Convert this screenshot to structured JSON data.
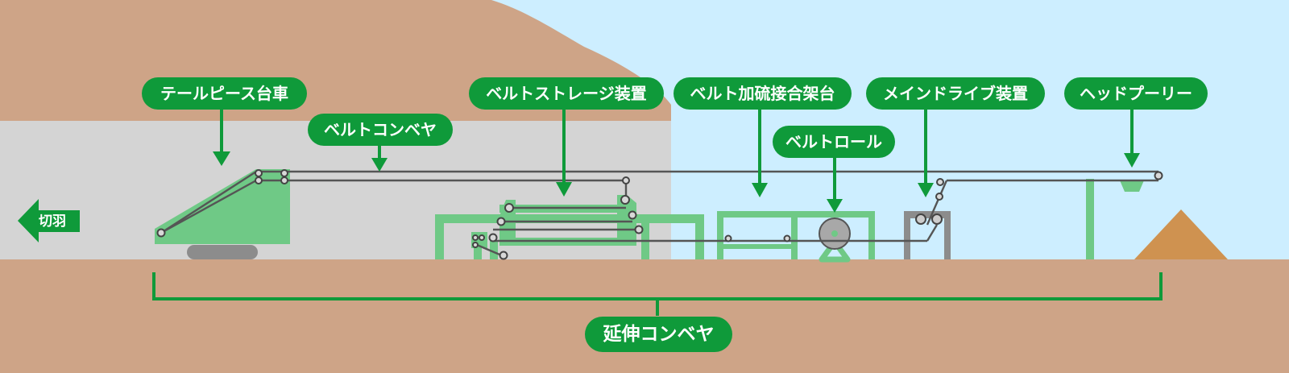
{
  "labels": {
    "tailpiece": "テールピース台車",
    "belt_conveyor": "ベルトコンベヤ",
    "belt_storage": "ベルトストレージ装置",
    "vulcanizing": "ベルト加硫接合架台",
    "main_drive": "メインドライブ装置",
    "head_pulley": "ヘッドプーリー",
    "belt_roll": "ベルトロール",
    "extension": "延伸コンベヤ"
  },
  "direction": {
    "text": "切羽"
  },
  "colors": {
    "sky": "#cdeeff",
    "earth": "#cea487",
    "tunnel": "#d4d4d4",
    "equipment": "#6fc986",
    "label_bg": "#0f9a3a",
    "belt": "#555555",
    "machine_gray": "#8c8c8c",
    "muck_pile": "#cf9250"
  },
  "icons": [
    "arrow-left-icon",
    "arrow-down-icon"
  ]
}
